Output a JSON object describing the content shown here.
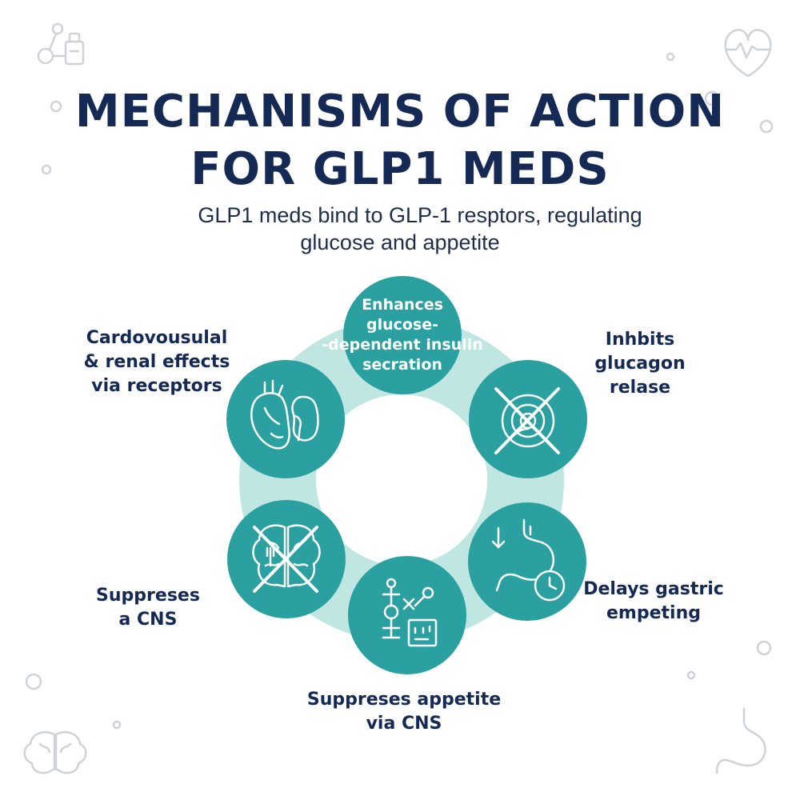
{
  "title": {
    "line1": "MECHANISMS OF ACTION",
    "line2": "FOR GLP1 MEDS"
  },
  "subtitle": {
    "line1": "GLP1 meds bind to GLP-1 resptors, regulating",
    "line2": "glucose and appetite"
  },
  "colors": {
    "title": "#142a55",
    "node": "#2aa1a0",
    "ring": "#bfe6e0",
    "icon_stroke": "#ffffff",
    "decoration": "#cfd3d9"
  },
  "mechanisms": [
    {
      "icon": "none",
      "lines": [
        "Enhances",
        "glucose-",
        "-dependent insulin",
        "secration"
      ]
    },
    {
      "icon": "crossed-target-icon",
      "lines": [
        "Inhbits",
        "glucagon",
        "relase"
      ]
    },
    {
      "icon": "stomach-clock-icon",
      "lines": [
        "Delays gastric",
        "empeting"
      ]
    },
    {
      "icon": "molecule-device-icon",
      "lines": [
        "Suppreses appetite",
        "via CNS"
      ]
    },
    {
      "icon": "crossed-brain-fork-icon",
      "lines": [
        "Suppreses",
        "a CNS"
      ]
    },
    {
      "icon": "heart-kidney-icon",
      "lines": [
        "Cardovousulal",
        "& renal effects",
        "via receptors"
      ]
    }
  ],
  "decorative_icons": [
    "flask-icon",
    "heart-pulse-icon",
    "brain-icon",
    "stomach-icon"
  ]
}
